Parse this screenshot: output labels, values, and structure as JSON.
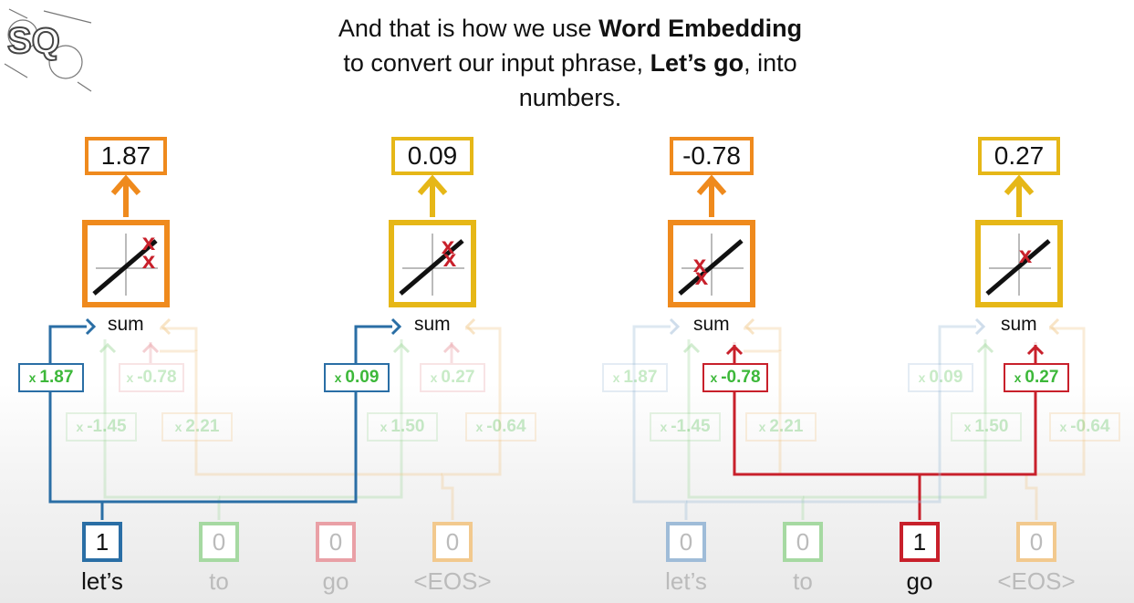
{
  "caption": {
    "part1": "And that is how we use ",
    "bold1": "Word Embedding",
    "part2": " to convert our input phrase, ",
    "bold2": "Let’s go",
    "part3": ", into numbers."
  },
  "logo": {
    "text": "SQ",
    "name": "statquest-logo"
  },
  "colors": {
    "orange": "#ef8a1d",
    "yellow": "#e6b717",
    "blue": "#2a6ea5",
    "green": "#3db83a",
    "red": "#c8202b",
    "pink": "#e9a0a6",
    "lightblue": "#9fbcd8",
    "lightgreen": "#a6d9a2",
    "tan": "#f2c98e"
  },
  "outputs": [
    "1.87",
    "0.09",
    "-0.78",
    "0.27"
  ],
  "sum_label": "sum",
  "groups": [
    {
      "weights_top": [
        "1.87",
        "-0.78",
        "0.09",
        "0.27"
      ],
      "weights_bottom": [
        "-1.45",
        "2.21",
        "1.50",
        "-0.64"
      ],
      "inputs": [
        "1",
        "0",
        "0",
        "0"
      ],
      "tokens": [
        "let’s",
        "to",
        "go",
        "<EOS>"
      ]
    },
    {
      "weights_top": [
        "1.87",
        "-0.78",
        "0.09",
        "0.27"
      ],
      "weights_bottom": [
        "-1.45",
        "2.21",
        "1.50",
        "-0.64"
      ],
      "inputs": [
        "0",
        "0",
        "1",
        "0"
      ],
      "tokens": [
        "let’s",
        "to",
        "go",
        "<EOS>"
      ]
    }
  ],
  "x_symbol": "x"
}
